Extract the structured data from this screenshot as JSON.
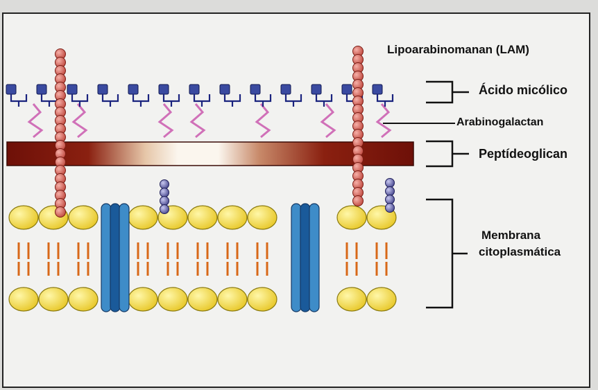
{
  "labels": {
    "lam": "Lipoarabinomanan (LAM)",
    "mycolic": "Ácido micólico",
    "arabinogalactan": "Arabinogalactan",
    "peptidoglycan": "Peptídeoglican",
    "membrane_line1": "Membrana",
    "membrane_line2": "citoplasmática"
  },
  "colors": {
    "mycolic_head": "#3a4aa0",
    "mycolic_link": "#1a237e",
    "arabinogalactan_zigzag": "#d070b8",
    "peptidoglycan": "#8a1a10",
    "lam_bead": "#e07268",
    "lipid_head": "#f3e04a",
    "lipid_tail": "#d86818",
    "protein_channel": "#3e8cc8",
    "glycolipid_bead": "#6a6aa8"
  }
}
